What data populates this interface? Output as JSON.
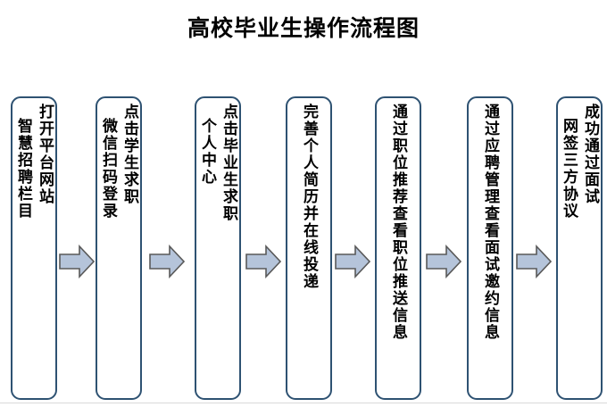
{
  "title": "高校毕业生操作流程图",
  "colors": {
    "box_border": "#2e5272",
    "box_fill": "#ffffff",
    "arrow_fill": "#b5c4da",
    "arrow_stroke": "#595959",
    "text": "#000000",
    "rule": "#d9d9d9"
  },
  "steps": [
    {
      "index": "1",
      "primary": "打开平台网站",
      "secondary": "智慧招聘栏目"
    },
    {
      "index": "2",
      "primary": "点击学生求职",
      "secondary": "微信扫码登录"
    },
    {
      "index": "3",
      "primary": "点击毕业生求职",
      "secondary": "个人中心"
    },
    {
      "index": "4",
      "primary": "完善个人简历并在线投递",
      "secondary": ""
    },
    {
      "index": "5",
      "primary": "通过职位推荐查看职位推送信息",
      "secondary": ""
    },
    {
      "index": "6",
      "primary": "通过应聘管理查看面试邀约信息",
      "secondary": ""
    },
    {
      "index": "7",
      "primary": "成功通过面试",
      "secondary": "网签三方协议"
    }
  ],
  "arrows": [
    {
      "from": "1",
      "to": "2",
      "glyph": "right-arrow"
    },
    {
      "from": "2",
      "to": "3",
      "glyph": "right-arrow"
    },
    {
      "from": "3",
      "to": "4",
      "glyph": "right-arrow"
    },
    {
      "from": "4",
      "to": "5",
      "glyph": "right-arrow"
    },
    {
      "from": "5",
      "to": "6",
      "glyph": "right-arrow"
    },
    {
      "from": "6",
      "to": "7",
      "glyph": "right-arrow"
    }
  ]
}
